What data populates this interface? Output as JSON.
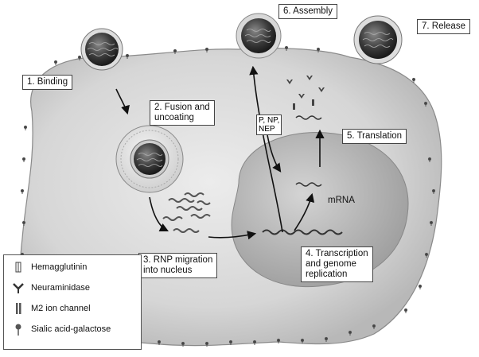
{
  "steps": {
    "binding": "1. Binding",
    "fusion": "2. Fusion and\nuncoating",
    "rnp": "3. RNP migration\ninto nucleus",
    "transcription": "4. Transcription\nand genome\nreplication",
    "translation": "5. Translation",
    "assembly": "6. Assembly",
    "release": "7. Release"
  },
  "labels": {
    "mrna": "mRNA",
    "pnp": "P, NP,\nNEP"
  },
  "legend": {
    "items": [
      {
        "label": "Hemagglutinin",
        "icon": "hemagglutinin-icon"
      },
      {
        "label": "Neuraminidase",
        "icon": "neuraminidase-icon"
      },
      {
        "label": "M2 ion channel",
        "icon": "m2-ion-channel-icon"
      },
      {
        "label": "Sialic acid-galactose",
        "icon": "sialic-acid-galactose-icon"
      }
    ]
  },
  "colors": {
    "cell": "#d9d9d9",
    "cell_edge": "#9a9a9a",
    "nucleus": "#bdbdbd",
    "virion_core": "#3a3a3a",
    "arrow": "#111111"
  }
}
